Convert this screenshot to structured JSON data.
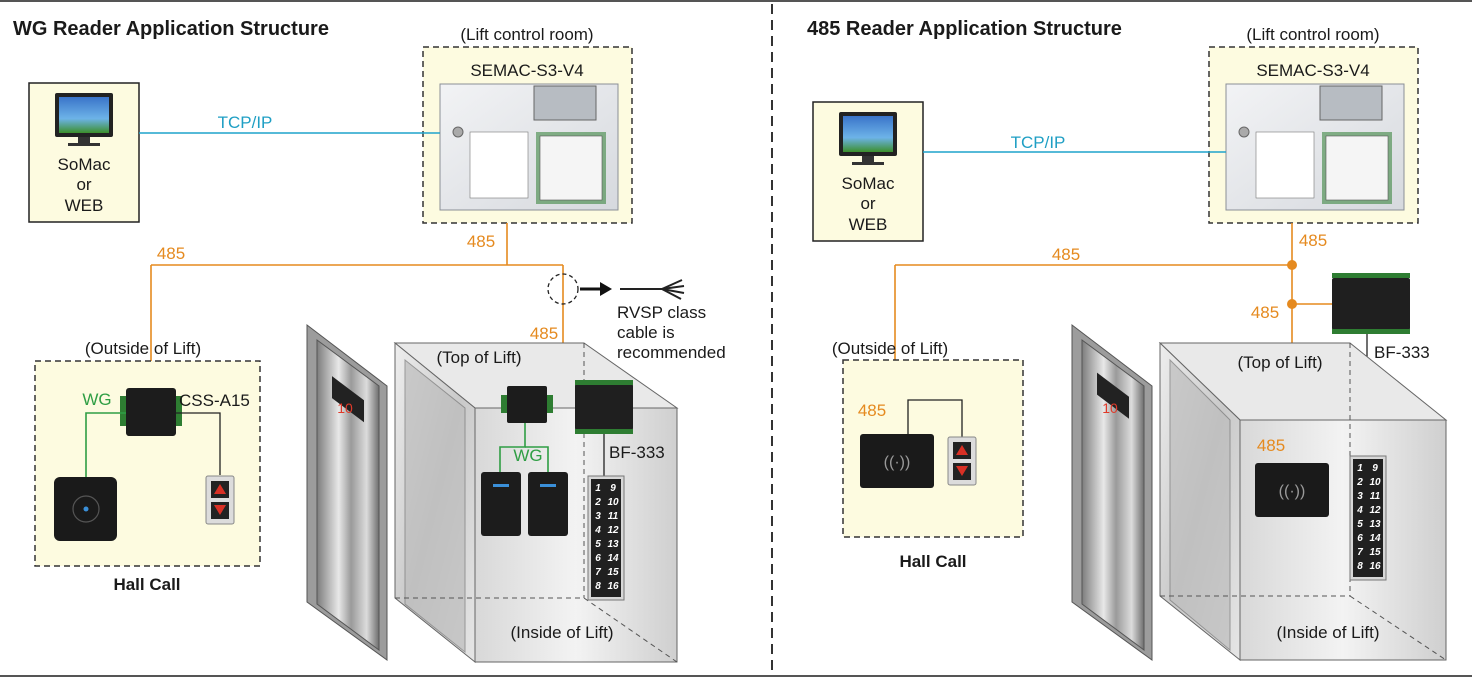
{
  "colors": {
    "rs485": "#e58a1f",
    "tcpip": "#1fa3cc",
    "wiegand": "#2f9e44",
    "panel_bg": "#fdfbe0",
    "dash": "#333333"
  },
  "left": {
    "title": "WG Reader Application Structure",
    "control_room_caption": "(Lift control room)",
    "controller_name": "SEMAC-S3-V4",
    "pc_label": [
      "SoMac",
      "or",
      "WEB"
    ],
    "tcpip_label": "TCP/IP",
    "bus_label_main": "485",
    "bus_label_branch": "485",
    "bus_label_top": "485",
    "cable_note": [
      "RVSP class",
      "cable is",
      "recommended"
    ],
    "outside_caption": "(Outside of Lift)",
    "outside_wg_label": "WG",
    "reader_controller_name": "CSS-A15",
    "hall_call_label": "Hall Call",
    "top_caption": "(Top of Lift)",
    "top_wg_label": "WG",
    "relay_board_name": "BF-333",
    "inside_caption": "(Inside of Lift)",
    "floor_display": "10",
    "keypad_left": [
      "1",
      "2",
      "3",
      "4",
      "5",
      "6",
      "7",
      "8"
    ],
    "keypad_right": [
      "9",
      "10",
      "11",
      "12",
      "13",
      "14",
      "15",
      "16"
    ]
  },
  "right": {
    "title": "485 Reader Application Structure",
    "control_room_caption": "(Lift control room)",
    "controller_name": "SEMAC-S3-V4",
    "pc_label": [
      "SoMac",
      "or",
      "WEB"
    ],
    "tcpip_label": "TCP/IP",
    "bus_label_ctrl": "485",
    "bus_label_main": "485",
    "bus_label_board": "485",
    "relay_board_name": "BF-333",
    "outside_caption": "(Outside of Lift)",
    "outside_485_label": "485",
    "hall_call_label": "Hall Call",
    "top_caption": "(Top of Lift)",
    "inside_485_label": "485",
    "inside_caption": "(Inside of Lift)",
    "floor_display": "10",
    "keypad_left": [
      "1",
      "2",
      "3",
      "4",
      "5",
      "6",
      "7",
      "8"
    ],
    "keypad_right": [
      "9",
      "10",
      "11",
      "12",
      "13",
      "14",
      "15",
      "16"
    ]
  }
}
